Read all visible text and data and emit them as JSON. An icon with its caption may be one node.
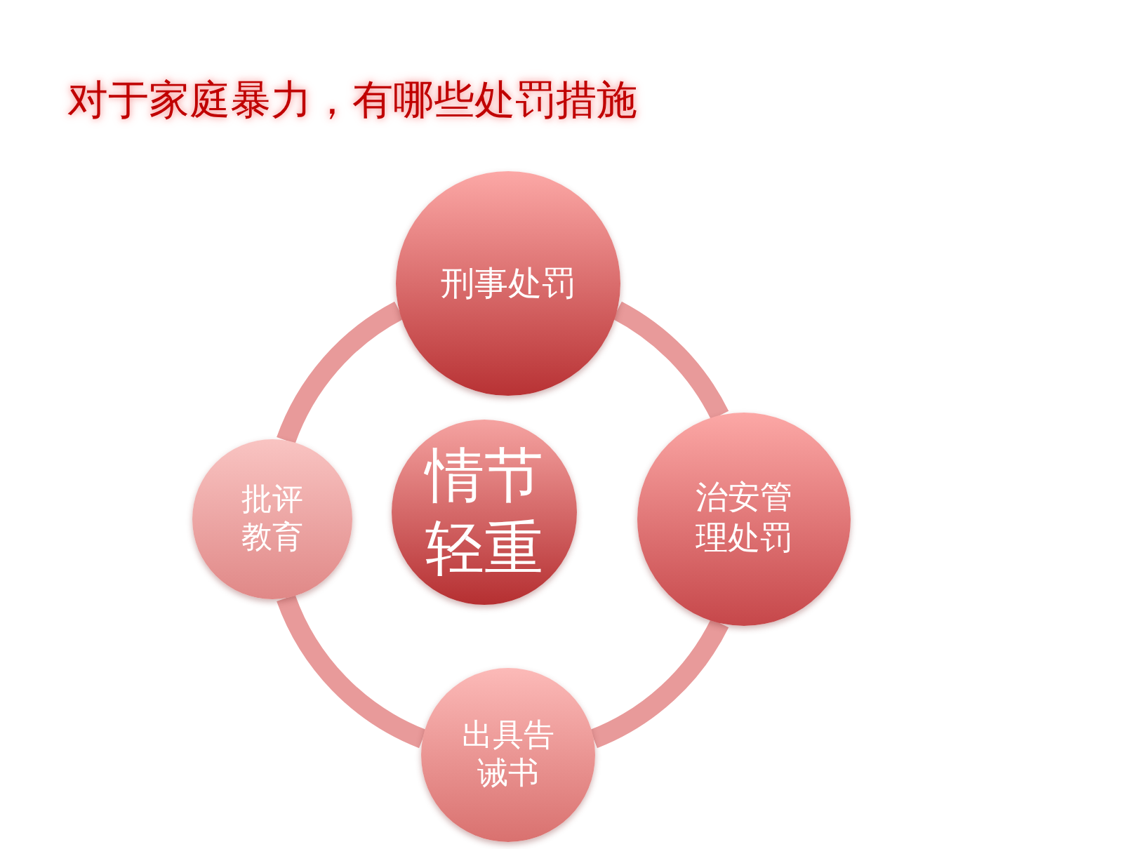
{
  "diagram": {
    "title": "对于家庭暴力，有哪些处罚措施",
    "nodes": [
      {
        "text": [
          "刑事处罚"
        ]
      },
      {
        "text": [
          "批评教育"
        ]
      },
      {
        "text": [
          "情节轻重"
        ]
      },
      {
        "text": [
          "治安管理处罚"
        ]
      },
      {
        "text": [
          "出具告诫书"
        ]
      }
    ],
    "edges": [
      {
        "from": 0,
        "to": 3,
        "arrow": "none"
      },
      {
        "from": 3,
        "to": 4,
        "arrow": "none"
      },
      {
        "from": 4,
        "to": 1,
        "arrow": "none"
      },
      {
        "from": 1,
        "to": 0,
        "arrow": "none"
      }
    ]
  }
}
